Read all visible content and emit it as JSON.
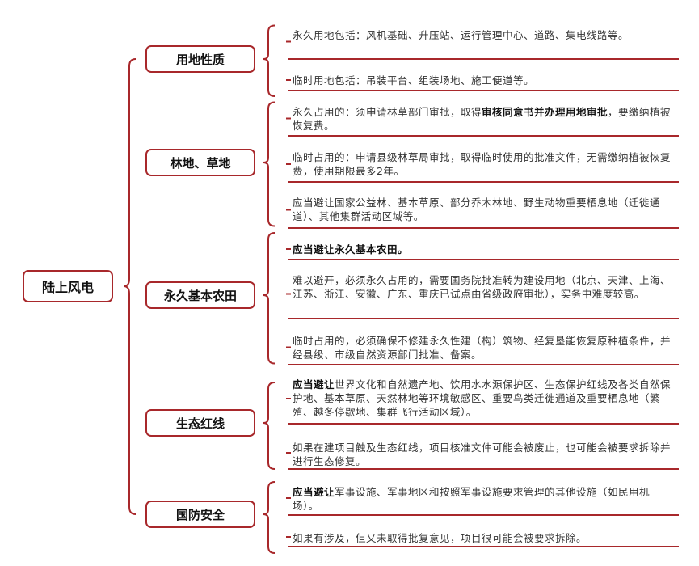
{
  "colors": {
    "accent": "#a8282b"
  },
  "root": "陆上风电",
  "categories": [
    {
      "label": "用地性质",
      "items": [
        [
          {
            "t": "永久用地包括：风机基础、升压站、运行管理中心、道路、集电线路等。"
          }
        ],
        [
          {
            "t": "临时用地包括：吊装平台、组装场地、施工便道等。"
          }
        ]
      ]
    },
    {
      "label": "林地、草地",
      "items": [
        [
          {
            "t": "永久占用的：须申请林草部门审批，取得"
          },
          {
            "t": "审核同意书并办理用地审批",
            "b": true
          },
          {
            "t": "，要缴纳植被恢复费。"
          }
        ],
        [
          {
            "t": "临时占用的：申请县级林草局审批，取得临时使用的批准文件，无需缴纳植被恢复费，使用期限最多2年。"
          }
        ],
        [
          {
            "t": "应当避让国家公益林、基本草原、部分乔木林地、野生动物重要栖息地（迁徙通道）、其他集群活动区域等。"
          }
        ]
      ]
    },
    {
      "label": "永久基本农田",
      "items": [
        [
          {
            "t": "应当避让永久基本农田。",
            "b": true
          }
        ],
        [
          {
            "t": "难以避开，必须永久占用的，需要国务院批准转为建设用地（北京、天津、上海、江苏、浙江、安徽、广东、重庆已试点由省级政府审批），实务中难度较高。"
          }
        ],
        [
          {
            "t": "临时占用的，必须确保不修建永久性建（构）筑物、经复垦能恢复原种植条件，并经县级、市级自然资源部门批准、备案。"
          }
        ]
      ]
    },
    {
      "label": "生态红线",
      "items": [
        [
          {
            "t": "应当避让",
            "b": true
          },
          {
            "t": "世界文化和自然遗产地、饮用水水源保护区、生态保护红线及各类自然保护地、基本草原、天然林地等环境敏感区、重要鸟类迁徙通道及重要栖息地（繁殖、越冬停歇地、集群飞行活动区域）。"
          }
        ],
        [
          {
            "t": "如果在建项目触及生态红线，项目核准文件可能会被废止，也可能会被要求拆除并进行生态修复。"
          }
        ]
      ]
    },
    {
      "label": "国防安全",
      "items": [
        [
          {
            "t": "应当避让",
            "b": true
          },
          {
            "t": "军事设施、军事地区和按照军事设施要求管理的其他设施（如民用机场）。"
          }
        ],
        [
          {
            "t": "如果有涉及，但又未取得批复意见，项目很可能会被要求拆除。"
          }
        ]
      ]
    }
  ]
}
